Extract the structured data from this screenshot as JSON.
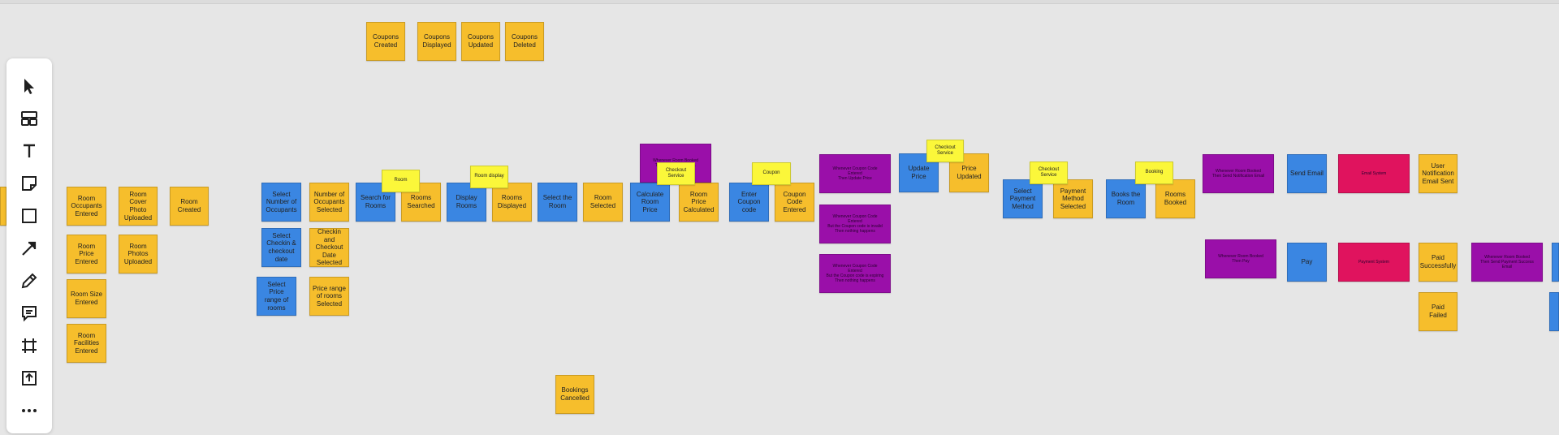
{
  "colors": {
    "event": "#f6be2c",
    "command": "#3a86e2",
    "policy": "#9a0fa9",
    "external": "#e0135e",
    "aggregate": "#fbf73a",
    "canvas": "#e6e6e6"
  },
  "toolbar": {
    "tools": [
      {
        "name": "select-tool",
        "icon": "cursor-icon"
      },
      {
        "name": "templates-tool",
        "icon": "templates-icon"
      },
      {
        "name": "text-tool",
        "icon": "text-icon"
      },
      {
        "name": "sticky-note-tool",
        "icon": "sticky-note-icon"
      },
      {
        "name": "shape-tool",
        "icon": "square-icon"
      },
      {
        "name": "connector-tool",
        "icon": "arrow-icon"
      },
      {
        "name": "pen-tool",
        "icon": "pen-icon"
      },
      {
        "name": "comment-tool",
        "icon": "comment-icon"
      },
      {
        "name": "frame-tool",
        "icon": "frame-icon"
      },
      {
        "name": "upload-tool",
        "icon": "upload-icon"
      },
      {
        "name": "more-tool",
        "icon": "more-icon"
      }
    ]
  },
  "notes": [
    {
      "id": "coupons-created",
      "text": "Coupons\nCreated",
      "color": "event"
    },
    {
      "id": "coupons-displayed",
      "text": "Coupons\nDisplayed",
      "color": "event"
    },
    {
      "id": "coupons-updated",
      "text": "Coupons\nUpdated",
      "color": "event"
    },
    {
      "id": "coupons-deleted",
      "text": "Coupons\nDeleted",
      "color": "event"
    },
    {
      "id": "edge-partial",
      "text": "",
      "color": "event"
    },
    {
      "id": "room-occupants-entered",
      "text": "Room\nOccupants\nEntered",
      "color": "event"
    },
    {
      "id": "room-price-entered",
      "text": "Room Price\nEntered",
      "color": "event"
    },
    {
      "id": "room-size-entered",
      "text": "Room Size\nEntered",
      "color": "event"
    },
    {
      "id": "room-facilities-entered",
      "text": "Room\nFacilities\nEntered",
      "color": "event"
    },
    {
      "id": "room-cover-photo-uploaded",
      "text": "Room Cover\nPhoto\nUploaded",
      "color": "event"
    },
    {
      "id": "room-photos-uploaded",
      "text": "Room\nPhotos\nUploaded",
      "color": "event"
    },
    {
      "id": "room-created",
      "text": "Room\nCreated",
      "color": "event"
    },
    {
      "id": "select-number-of-occupants",
      "text": "Select\nNumber of\nOccupants",
      "color": "command"
    },
    {
      "id": "number-of-occupants-selected",
      "text": "Number of\nOccupants\nSelected",
      "color": "event"
    },
    {
      "id": "select-checkin-checkout-date",
      "text": "Select\nCheckin &\ncheckout\ndate",
      "color": "command"
    },
    {
      "id": "checkin-checkout-date-selected",
      "text": "Checkin and\nCheckout\nDate\nSelected",
      "color": "event"
    },
    {
      "id": "select-price-range",
      "text": "Select Price\nrange of\nrooms",
      "color": "command"
    },
    {
      "id": "price-range-selected",
      "text": "Price range\nof rooms\nSelected",
      "color": "event"
    },
    {
      "id": "search-for-rooms",
      "text": "Search for\nRooms",
      "color": "command"
    },
    {
      "id": "rooms-searched",
      "text": "Rooms\nSearched",
      "color": "event"
    },
    {
      "id": "room-label",
      "text": "Room",
      "color": "aggregate"
    },
    {
      "id": "display-rooms",
      "text": "Display\nRooms",
      "color": "command"
    },
    {
      "id": "rooms-displayed",
      "text": "Rooms\nDisplayed",
      "color": "event"
    },
    {
      "id": "room-display-label",
      "text": "Room display",
      "color": "aggregate"
    },
    {
      "id": "select-the-room",
      "text": "Select the\nRoom",
      "color": "command"
    },
    {
      "id": "room-selected",
      "text": "Room\nSelected",
      "color": "event"
    },
    {
      "id": "calculate-room-price",
      "text": "Calculate\nRoom Price",
      "color": "command"
    },
    {
      "id": "room-price-calculated",
      "text": "Room Price\nCalculated",
      "color": "event"
    },
    {
      "id": "room-selected-policy",
      "text": "Whenever Room Booked\nThen Calculate Price...",
      "color": "policy"
    },
    {
      "id": "checkout-service-1",
      "text": "Checkout\nService",
      "color": "aggregate"
    },
    {
      "id": "enter-coupon-code",
      "text": "Enter\nCoupon\ncode",
      "color": "command"
    },
    {
      "id": "coupon-code-entered",
      "text": "Coupon\nCode\nEntered",
      "color": "event"
    },
    {
      "id": "coupon-label",
      "text": "Coupon",
      "color": "aggregate"
    },
    {
      "id": "policy-coupon-1",
      "text": "Whenever Coupon Code\nEntered\nThen Update Price",
      "color": "policy"
    },
    {
      "id": "policy-coupon-2",
      "text": "Whenever Coupon Code\nEntered\nBut the Coupon code is invalid\nThen nothing happens",
      "color": "policy"
    },
    {
      "id": "policy-coupon-3",
      "text": "Whenever Coupon Code\nEntered\nBut the Coupon code is expiring\nThen nothing happens",
      "color": "policy"
    },
    {
      "id": "update-price",
      "text": "Update\nPrice",
      "color": "command"
    },
    {
      "id": "price-updated",
      "text": "Price\nUpdated",
      "color": "event"
    },
    {
      "id": "checkout-service-2",
      "text": "Checkout\nService",
      "color": "aggregate"
    },
    {
      "id": "select-payment-method",
      "text": "Select\nPayment\nMethod",
      "color": "command"
    },
    {
      "id": "payment-method-selected",
      "text": "Payment\nMethod\nSelected",
      "color": "event"
    },
    {
      "id": "checkout-service-3",
      "text": "Checkout\nService",
      "color": "aggregate"
    },
    {
      "id": "books-the-room",
      "text": "Books the\nRoom",
      "color": "command"
    },
    {
      "id": "rooms-booked",
      "text": "Rooms\nBooked",
      "color": "event"
    },
    {
      "id": "booking-label",
      "text": "Booking",
      "color": "aggregate"
    },
    {
      "id": "policy-room-booked-email",
      "text": "Whenever Room Booked\nThen Send Notification Email",
      "color": "policy"
    },
    {
      "id": "send-email",
      "text": "Send Email",
      "color": "command"
    },
    {
      "id": "email-system",
      "text": "Email System",
      "color": "external"
    },
    {
      "id": "user-notification-email-sent",
      "text": "User\nNotification\nEmail Sent",
      "color": "event"
    },
    {
      "id": "policy-room-booked-pay",
      "text": "Whenever Room Booked\nThen Pay",
      "color": "policy"
    },
    {
      "id": "pay",
      "text": "Pay",
      "color": "command"
    },
    {
      "id": "payment-system",
      "text": "Payment System",
      "color": "external"
    },
    {
      "id": "paid-successfully",
      "text": "Paid\nSuccessfully",
      "color": "event"
    },
    {
      "id": "paid-failed",
      "text": "Paid Failed",
      "color": "event"
    },
    {
      "id": "policy-room-booked-payment-success",
      "text": "Whenever Room Booked\nThen Send Payment Success\nEmail",
      "color": "policy"
    },
    {
      "id": "edge-command-1",
      "text": "",
      "color": "command"
    },
    {
      "id": "edge-command-2",
      "text": "",
      "color": "command"
    },
    {
      "id": "bookings-cancelled",
      "text": "Bookings\nCancelled",
      "color": "event"
    }
  ]
}
